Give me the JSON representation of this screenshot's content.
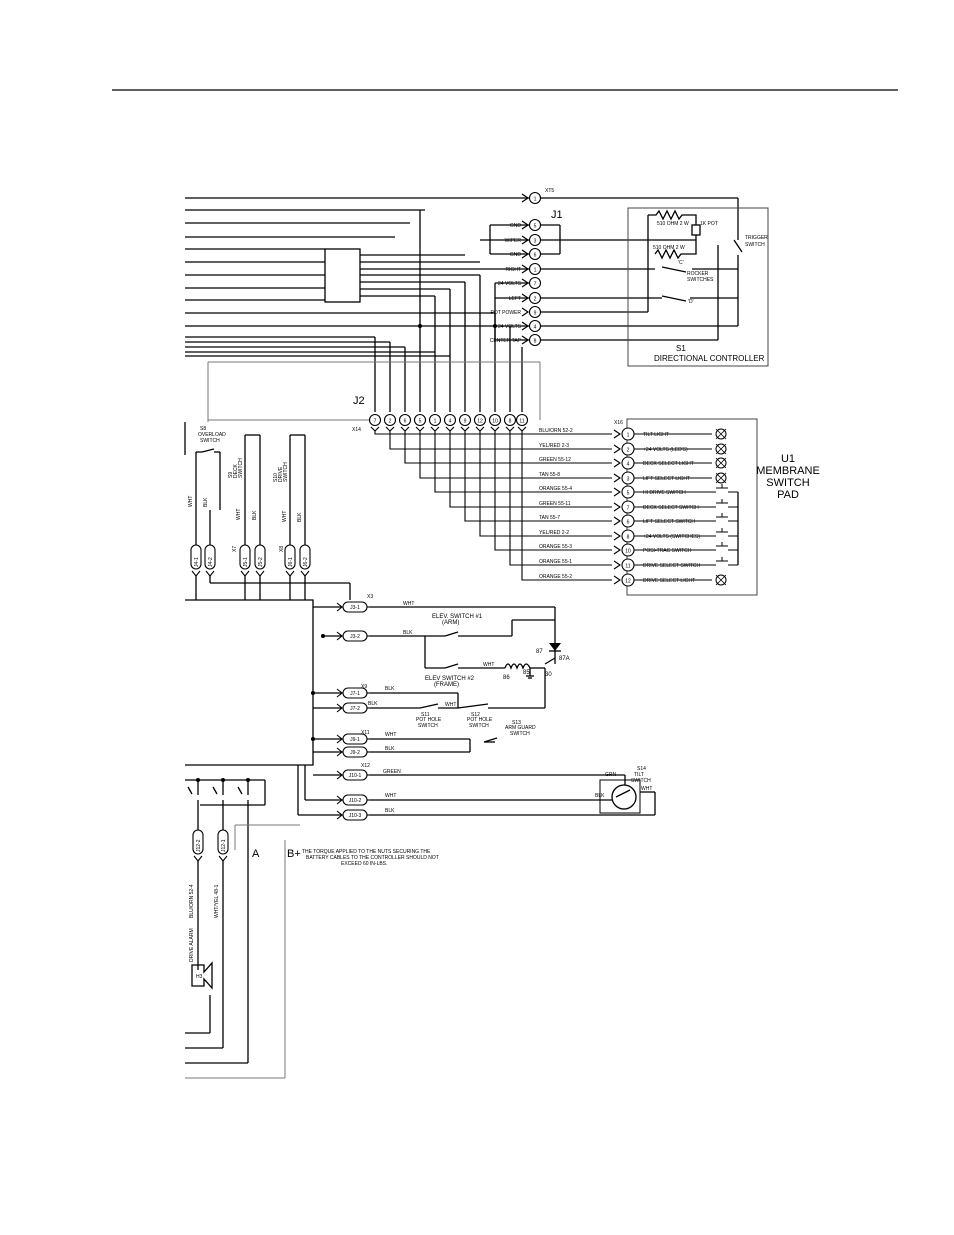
{
  "header": {},
  "j1": {
    "label": "J1",
    "ref_xt5": "XT5",
    "pins": [
      {
        "pin": "1",
        "label": ""
      },
      {
        "pin": "5",
        "label": "GND"
      },
      {
        "pin": "3",
        "label": "WIPER"
      },
      {
        "pin": "6",
        "label": "GND"
      },
      {
        "pin": "1",
        "label": "RIGHT"
      },
      {
        "pin": "7",
        "label": "24 VOLTS"
      },
      {
        "pin": "2",
        "label": "LEFT"
      },
      {
        "pin": "9",
        "label": "POT POWER"
      },
      {
        "pin": "4",
        "label": "24 VOLTS"
      },
      {
        "pin": "8",
        "label": "CENTER TAP"
      }
    ]
  },
  "s1": {
    "title": "S1",
    "subtitle": "DIRECTIONAL CONTROLLER",
    "res1": "510 OHM 2 W",
    "res2": "510 OHM 2 W",
    "pot": "1K POT",
    "trigger": [
      "TRIGGER",
      "SWITCH"
    ],
    "c_label": "'C'",
    "d_label": "'D'",
    "rocker": [
      "ROCKER",
      "SWITCHES"
    ]
  },
  "j2": {
    "label": "J2",
    "ref": "X14",
    "pins": [
      "7",
      "2",
      "6",
      "5",
      "1",
      "4",
      "9",
      "12",
      "10",
      "8",
      "11"
    ]
  },
  "u1": {
    "ref": "X16",
    "title": [
      "U1",
      "MEMBRANE",
      "SWITCH",
      "PAD"
    ],
    "rows": [
      {
        "wire": "BLU/ORN 52-2",
        "pin": "1",
        "label": "TILT LIGHT"
      },
      {
        "wire": "YEL/RED 2-3",
        "pin": "2",
        "label": "+24 VOLTS (LED'S)"
      },
      {
        "wire": "GREEN 55-12",
        "pin": "4",
        "label": "DECK SELECT LIGHT"
      },
      {
        "wire": "TAN 55-8",
        "pin": "3",
        "label": "LIFT SELECT LIGHT"
      },
      {
        "wire": "ORANGE 55-4",
        "pin": "5",
        "label": "HI DRIVE SWITCH"
      },
      {
        "wire": "GREEN 55-11",
        "pin": "7",
        "label": "DECK SELECT SWITCH"
      },
      {
        "wire": "TAN 55-7",
        "pin": "6",
        "label": "LIFT SELECT SWITCH"
      },
      {
        "wire": "YEL/RED 2-2",
        "pin": "8",
        "label": "+24 VOLTS (SWITCHES)"
      },
      {
        "wire": "ORANGE 55-3",
        "pin": "10",
        "label": "POSI-TRAC SWITCH"
      },
      {
        "wire": "ORANGE 55-1",
        "pin": "11",
        "label": "DRIVE SELECT SWITCH"
      },
      {
        "wire": "ORANGE 55-2",
        "pin": "12",
        "label": "DRIVE SELECT LIGHT"
      }
    ]
  },
  "switches": {
    "s8": [
      "S8",
      "OVERLOAD",
      "SWITCH"
    ],
    "s9": [
      "S9",
      "DECK",
      "SWITCH"
    ],
    "s10": [
      "S10",
      "DRIVE",
      "SWITCH"
    ],
    "s11": [
      "S11",
      "POT HOLE",
      "SWITCH"
    ],
    "s12": [
      "S12",
      "POT HOLE",
      "SWITCH"
    ],
    "s13": [
      "S13",
      "ARM GUARD",
      "SWITCH"
    ],
    "s14": [
      "S14",
      "TILT",
      "SWITCH"
    ],
    "elev1": [
      "ELEV. SWITCH #1",
      "(ARM)"
    ],
    "elev2": [
      "ELEV SWITCH #2",
      "(FRAME)"
    ]
  },
  "connectors": {
    "j4": [
      "J4-1",
      "J4-2"
    ],
    "j5": [
      "J5-1",
      "J5-2"
    ],
    "j6": [
      "J6-1",
      "J6-2"
    ],
    "j3": [
      "J3-1",
      "J3-2"
    ],
    "j7": [
      "J7-1",
      "J7-2"
    ],
    "j9": [
      "J9-1",
      "J9-2"
    ],
    "j10": [
      "J10-1",
      "J10-2",
      "J10-3"
    ],
    "j12": [
      "J12-2",
      "J12-1"
    ],
    "refs": {
      "x3": "X3",
      "x7": "X7",
      "x8": "X8",
      "x9": "X9",
      "x11": "X11",
      "x12": "X12"
    }
  },
  "wire_labels": {
    "wht": "WHT",
    "blk": "BLK",
    "green": "GREEN",
    "grn": "GRN",
    "blu_orn": "BLU/ORN 52-4",
    "wht_yel": "WHT/YEL 48-1"
  },
  "relay": {
    "r87": "87",
    "r87a": "87A",
    "r30": "30",
    "r86": "86",
    "r85": "85"
  },
  "alarm": {
    "name": "DRIVE ALARM",
    "ref": "H3"
  },
  "points": {
    "a": "A",
    "bplus": "B+"
  },
  "note": [
    "THE TORQUE APPLIED TO THE NUTS SECURING THE",
    "BATTERY CABLES TO THE CONTROLLER SHOULD NOT",
    "EXCEED 60 IN-LBS."
  ]
}
